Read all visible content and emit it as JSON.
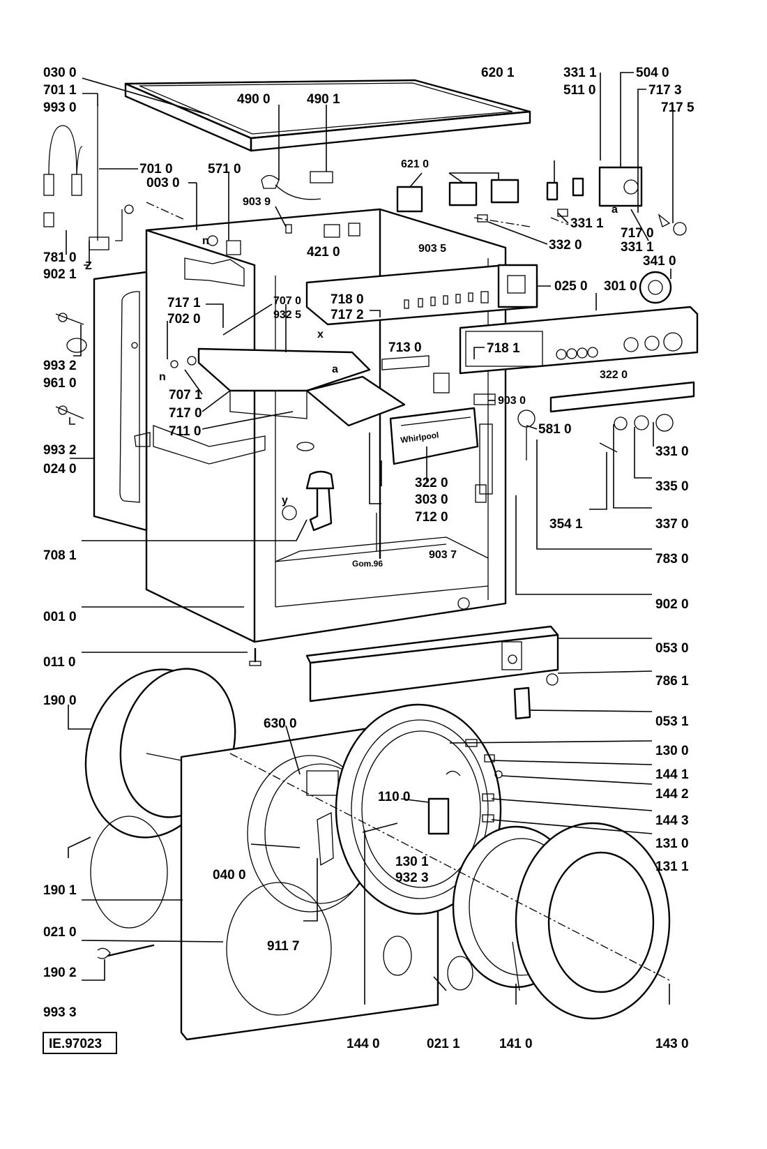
{
  "labels": {
    "l_030_0": "030 0",
    "l_701_1": "701 1",
    "l_993_0": "993 0",
    "l_701_0": "701 0",
    "l_003_0": "003 0",
    "l_571_0": "571 0",
    "l_490_0": "490 0",
    "l_490_1": "490 1",
    "l_903_9": "903 9",
    "l_421_0": "421 0",
    "l_621_0": "621 0",
    "l_620_1": "620 1",
    "l_331_1a": "331 1",
    "l_511_0": "511 0",
    "l_504_0": "504 0",
    "l_717_3": "717 3",
    "l_717_5": "717 5",
    "l_331_1b": "331 1",
    "l_332_0": "332 0",
    "l_717_0a": "717 0",
    "l_331_1c": "331 1",
    "l_a1": "a",
    "l_781_0": "781 0",
    "l_902_1": "902 1",
    "l_z": "Z",
    "l_n1": "n",
    "l_903_5": "903 5",
    "l_341_0": "341 0",
    "l_025_0": "025 0",
    "l_301_0": "301 0",
    "l_717_1": "717 1",
    "l_707_0": "707 0",
    "l_932_5": "932 5",
    "l_718_0": "718 0",
    "l_717_2": "717 2",
    "l_702_0": "702 0",
    "l_993_2a": "993 2",
    "l_961_0": "961 0",
    "l_n2": "n",
    "l_x": "x",
    "l_a2": "a",
    "l_713_0": "713 0",
    "l_718_1": "718 1",
    "l_322_0a": "322 0",
    "l_707_1": "707 1",
    "l_717_0b": "717 0",
    "l_711_0": "711 0",
    "l_903_0": "903 0",
    "l_581_0": "581 0",
    "l_331_0": "331 0",
    "l_993_2b": "993 2",
    "l_024_0": "024 0",
    "l_322_0b": "322 0",
    "l_303_0": "303 0",
    "l_712_0": "712 0",
    "l_335_0": "335 0",
    "l_354_1": "354 1",
    "l_337_0": "337 0",
    "l_y": "y",
    "l_708_1": "708 1",
    "l_903_7": "903 7",
    "l_783_0": "783 0",
    "l_gom": "Gom.96",
    "l_902_0": "902 0",
    "l_001_0": "001 0",
    "l_053_0": "053 0",
    "l_011_0": "011 0",
    "l_786_1": "786 1",
    "l_190_0": "190 0",
    "l_053_1": "053 1",
    "l_630_0": "630 0",
    "l_130_0": "130 0",
    "l_144_1": "144 1",
    "l_110_0": "110 0",
    "l_144_2": "144 2",
    "l_144_3": "144 3",
    "l_131_0": "131 0",
    "l_131_1": "131 1",
    "l_130_1": "130 1",
    "l_932_3": "932 3",
    "l_040_0": "040 0",
    "l_190_1": "190 1",
    "l_021_0": "021 0",
    "l_911_7": "911 7",
    "l_190_2": "190 2",
    "l_993_3": "993 3",
    "l_ref": "IE.97023",
    "l_144_0": "144 0",
    "l_021_1": "021 1",
    "l_141_0": "141 0",
    "l_143_0": "143 0",
    "brand": "Whirlpool"
  },
  "colors": {
    "line": "#000000",
    "background": "#ffffff"
  }
}
